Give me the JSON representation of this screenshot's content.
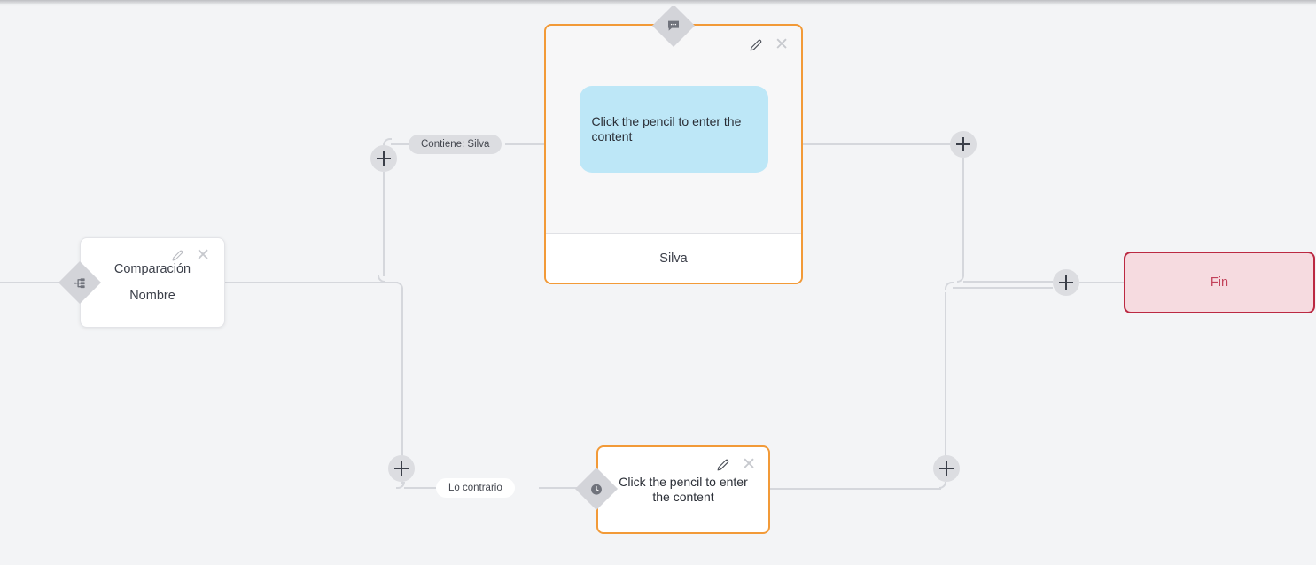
{
  "app": {
    "canvas_background": "#f3f4f6",
    "accent_orange": "#f29a38",
    "accent_red": "#bb2942",
    "bubble_blue": "#bde7f7",
    "edge_gray": "#d5d7dc"
  },
  "flow": {
    "nodes": {
      "compare": {
        "name": "comparison-node",
        "line1": "Comparación",
        "line2": "Nombre",
        "badge_icon": "branch-icon",
        "edit_icon": "pencil-icon",
        "close_icon": "close-icon"
      },
      "message": {
        "name": "message-node",
        "badge_icon": "chat-bubble-icon",
        "bubble_text": "Click the pencil to enter the content",
        "footer_label": "Silva",
        "edit_icon": "pencil-icon",
        "close_icon": "close-icon"
      },
      "wait": {
        "name": "wait-node",
        "badge_icon": "clock-icon",
        "text": "Click the pencil to enter the content",
        "edit_icon": "pencil-icon",
        "close_icon": "close-icon"
      },
      "end": {
        "name": "end-node",
        "label": "Fin"
      }
    },
    "edge_labels": {
      "branch_true": "Contiene: Silva",
      "branch_false": "Lo contrario"
    },
    "add_buttons": [
      {
        "id": "add-after-compare-true",
        "icon": "plus-icon"
      },
      {
        "id": "add-after-message",
        "icon": "plus-icon"
      },
      {
        "id": "add-before-end",
        "icon": "plus-icon"
      },
      {
        "id": "add-after-compare-false",
        "icon": "plus-icon"
      },
      {
        "id": "add-after-wait",
        "icon": "plus-icon"
      }
    ]
  }
}
